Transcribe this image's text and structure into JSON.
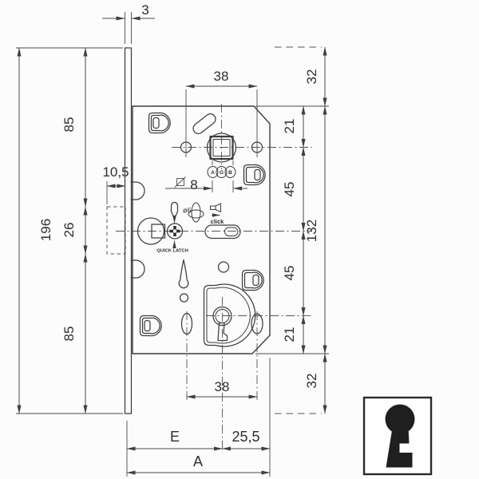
{
  "drawing": {
    "dims": {
      "plate_thickness": "3",
      "top_hole_spacing": "38",
      "top_overhang": "32",
      "plate_top_section": "85",
      "body_top_to_spindle": "21",
      "latch_offset": "10,5",
      "spindle_to_center": "45",
      "latch_box_height": "26",
      "plate_length": "196",
      "body_height": "132",
      "center_to_keyhole": "45",
      "plate_bottom_section": "85",
      "keyhole_to_body_bottom": "21",
      "bottom_hole_spacing": "38",
      "bottom_overhang": "32",
      "backset": "E",
      "keyhole_offset": "25,5",
      "overall_depth": "A"
    },
    "labels": {
      "quick_latch": "QUICK LATCH",
      "click": "click",
      "pin_diameter": "ø6",
      "spindle_size": "8",
      "brand": [
        "A",
        "G",
        "B"
      ]
    },
    "colors": {
      "ink": "#3d3d3d",
      "background": "#fcfcfc"
    }
  }
}
